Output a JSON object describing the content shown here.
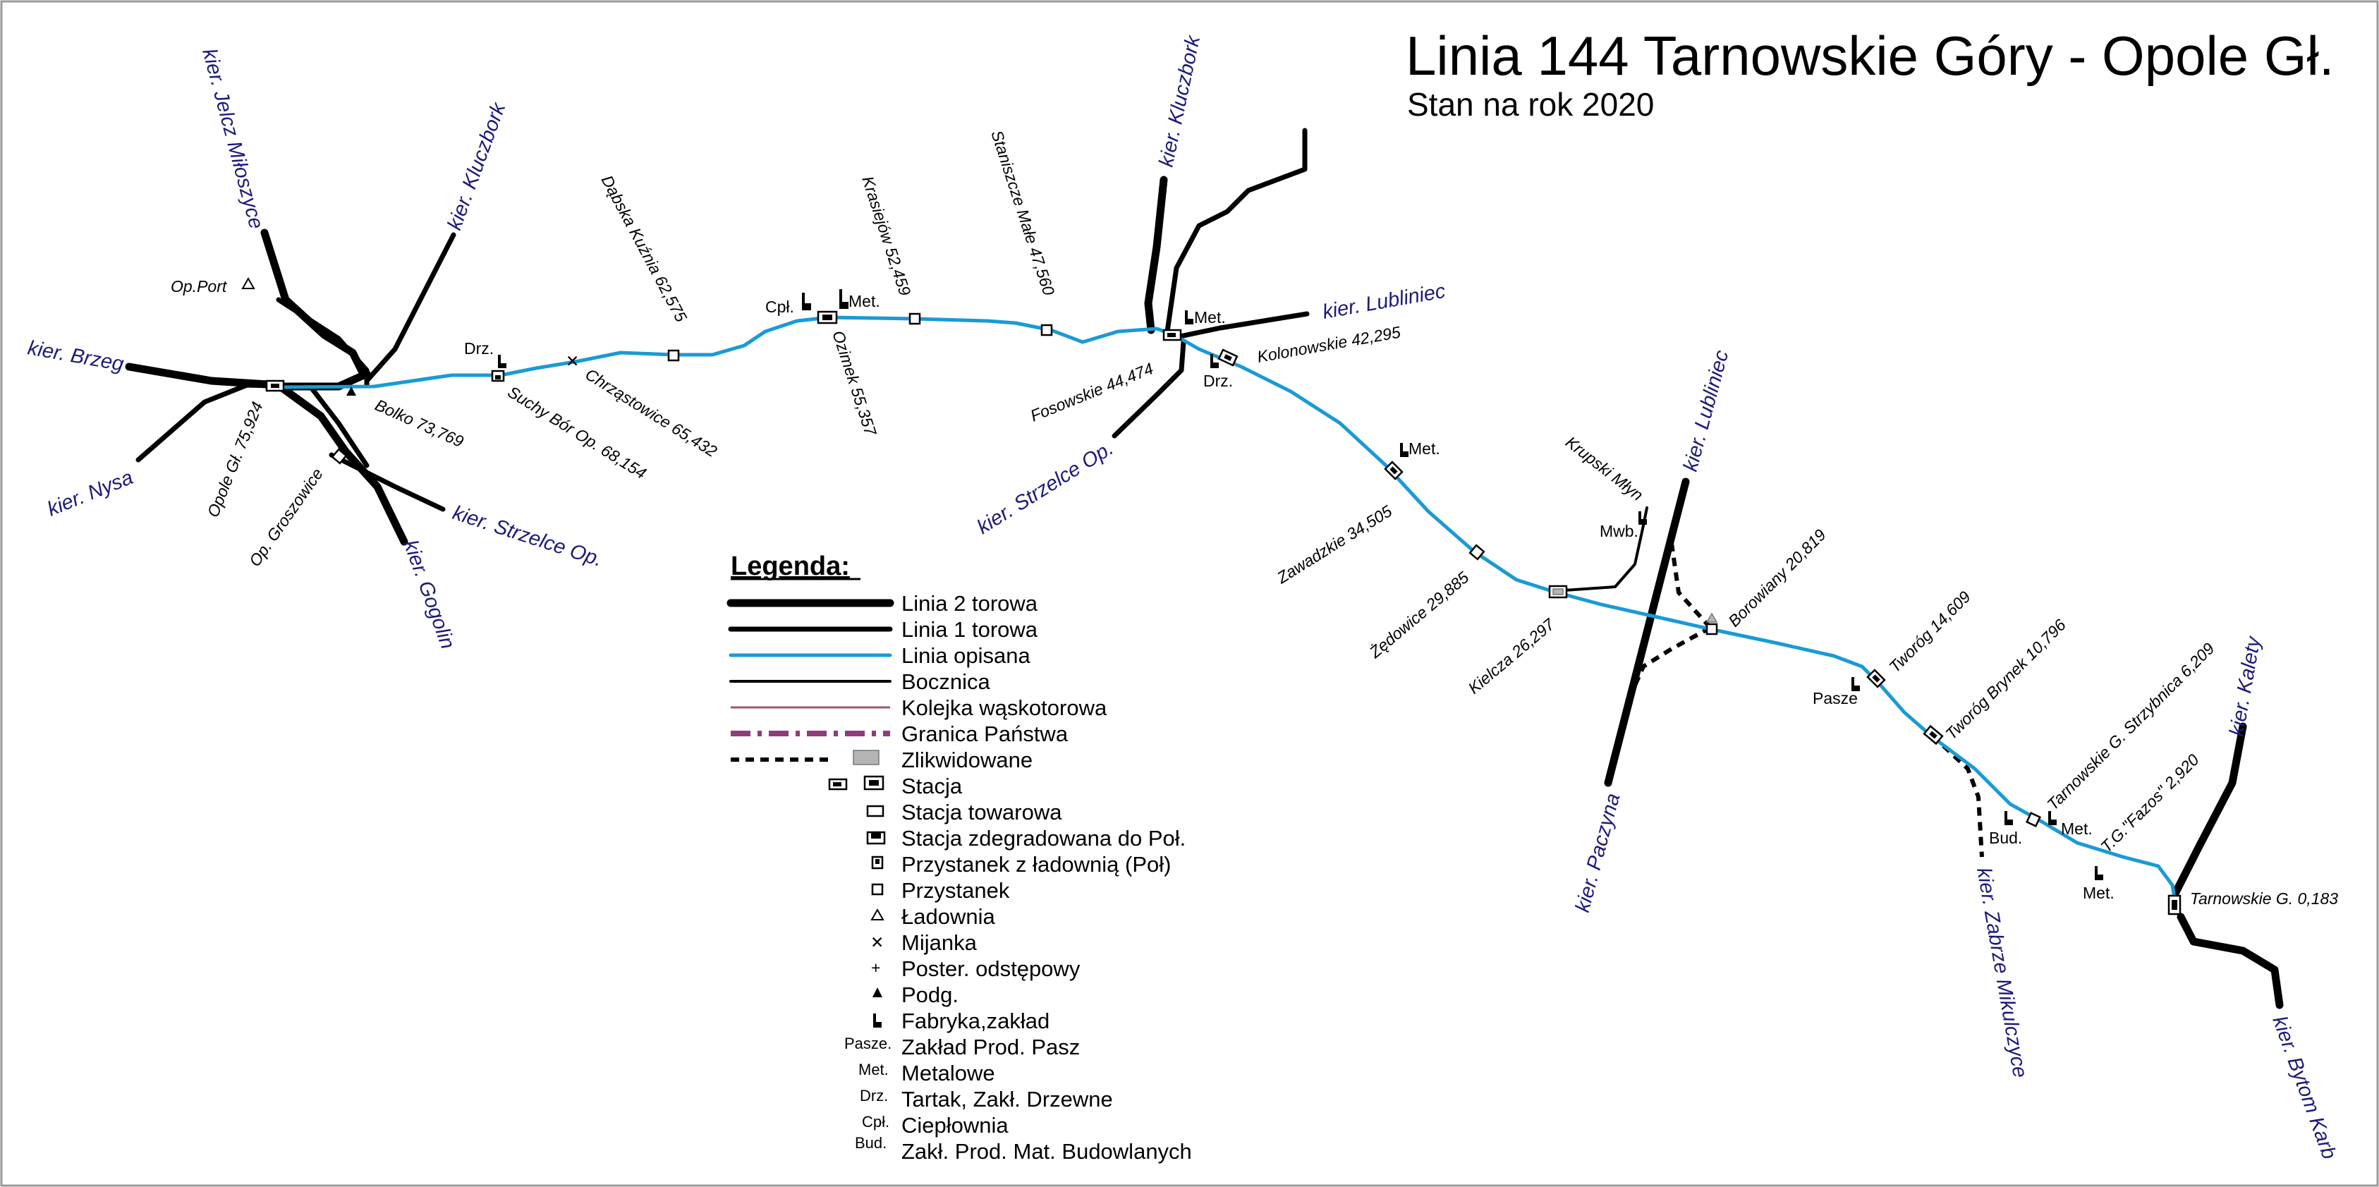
{
  "title": "Linia 144 Tarnowskie Góry - Opole Gł.",
  "subtitle": "Stan na rok 2020",
  "colors": {
    "described_line": "#1a9ad6",
    "direction_labels": "#1c1a78",
    "narrow_gauge": "#a25667",
    "state_border": "#913a7c"
  },
  "directions": {
    "jelcz": "kier. Jelcz Miłoszyce",
    "kluczbork_w": "kier. Kluczbork",
    "brzeg": "kier. Brzeg",
    "nysa": "kier. Nysa",
    "strzelce_w": "kier. Strzelce Op.",
    "gogolin": "kier. Gogolin",
    "kluczbork_e": "kier. Kluczbork",
    "lubliniec_1": "kier. Lubliniec",
    "strzelce_e": "kier. Strzelce Op.",
    "lubliniec_2": "kier. Lubliniec",
    "paczyna": "kier. Paczyna",
    "zabrze": "kier. Zabrze Mikulczyce",
    "kalety": "kier. Kalety",
    "bytom": "kier. Bytom Karb"
  },
  "stations": {
    "opole_port": "Op.Port",
    "opole_gl": "Opole Gł. 75,924",
    "groszowice": "Op. Groszowice",
    "bolko": "Bolko 73,769",
    "suchy_bor": "Suchy Bór Op. 68,154",
    "chrzastowice": "Chrząstowice 65,432",
    "dabska": "Dąbska Kuźnia 62,575",
    "ozimek": "Ozimek 55,357",
    "krasiejow": "Krasiejów 52,459",
    "staniszcze": "Staniszcze Małe 47,560",
    "fosowskie": "Fosowskie 44,474",
    "kolonowskie": "Kolonowskie 42,295",
    "zawadzkie": "Zawadzkie 34,505",
    "zedowice": "Żędowice 29,885",
    "kielcza": "Kielcza 26,297",
    "krupski": "Krupski Młyn",
    "borowiany": "Borowiany 20,819",
    "tworog": "Tworóg 14,609",
    "tworog_brynek": "Tworóg Brynek 10,796",
    "strzybnica": "Tarnowskie G. Strzybnica 6,209",
    "fazos": "T.G.\"Fazos\" 2,920",
    "tarnowskie": "Tarnowskie G. 0,183"
  },
  "industry": {
    "drz_1": "Drz.",
    "cpl": "Cpł.",
    "met_1": "Met.",
    "met_2": "Met.",
    "drz_2": "Drz.",
    "met_3": "Met.",
    "mwb": "Mwb.",
    "pasze": "Pasze",
    "bud": "Bud.",
    "met_4": "Met.",
    "met_5": "Met."
  },
  "legend": {
    "title": "Legenda:",
    "items": [
      {
        "key": "two_track",
        "label": "Linia 2 torowa"
      },
      {
        "key": "one_track",
        "label": "Linia 1 torowa"
      },
      {
        "key": "described",
        "label": "Linia opisana"
      },
      {
        "key": "siding",
        "label": "Bocznica"
      },
      {
        "key": "narrow",
        "label": "Kolejka wąskotorowa"
      },
      {
        "key": "border",
        "label": "Granica Państwa"
      },
      {
        "key": "liquidated",
        "label": "Zlikwidowane"
      },
      {
        "key": "station",
        "label": "Stacja"
      },
      {
        "key": "freight",
        "label": "Stacja towarowa"
      },
      {
        "key": "degraded",
        "label": "Stacja zdegradowana do Poł."
      },
      {
        "key": "halt_loading",
        "label": "Przystanek z ładownią (Poł)"
      },
      {
        "key": "halt",
        "label": "Przystanek"
      },
      {
        "key": "loading",
        "label": "Ładownia"
      },
      {
        "key": "passing",
        "label": "Mijanka"
      },
      {
        "key": "block",
        "label": "Poster. odstępowy"
      },
      {
        "key": "sub_station",
        "label": "Podg."
      },
      {
        "key": "factory",
        "label": "Fabryka,zakład"
      },
      {
        "key": "feed",
        "label": "Zakład Prod. Pasz",
        "abbr": "Pasze."
      },
      {
        "key": "metal",
        "label": "Metalowe",
        "abbr": "Met."
      },
      {
        "key": "sawmill",
        "label": "Tartak, Zakł. Drzewne",
        "abbr": "Drz."
      },
      {
        "key": "heat",
        "label": "Ciepłownia",
        "abbr": "Cpł."
      },
      {
        "key": "building",
        "label": "Zakł. Prod. Mat. Budowlanych",
        "abbr": "Bud."
      }
    ]
  }
}
